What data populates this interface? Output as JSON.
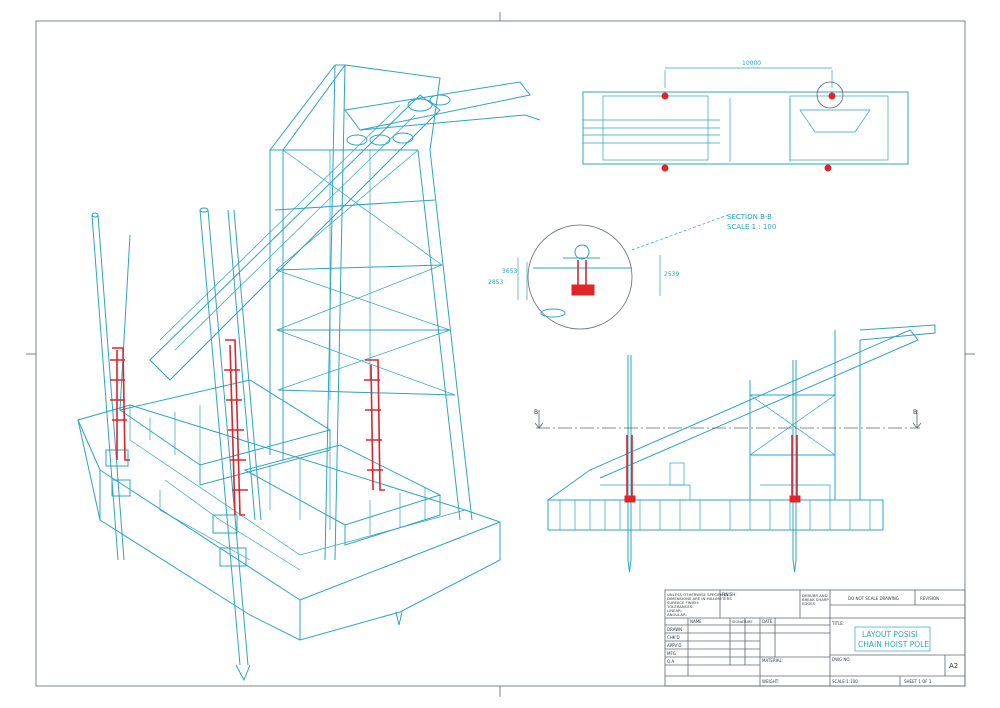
{
  "dimensions": {
    "top_length": "10000",
    "height_left_outer": "2853",
    "height_left_inner": "3653",
    "height_right": "2539"
  },
  "section": {
    "title": "SECTION B-B",
    "scale": "SCALE 1 : 100"
  },
  "section_markers": {
    "left": "B",
    "right": "B"
  },
  "title_block": {
    "notes": [
      "UNLESS OTHERWISE SPECIFIED:",
      "DIMENSIONS ARE IN MILLIMETERS",
      "SURFACE FINISH:",
      "TOLERANCES:",
      "  LINEAR:",
      "  ANGULAR:"
    ],
    "finish_label": "FINISH:",
    "deburr": [
      "DEBURR AND",
      "BREAK SHARP",
      "EDGES"
    ],
    "do_not_scale": "DO NOT SCALE DRAWING",
    "revision_label": "REVISION",
    "col_name": "NAME",
    "col_signature": "SIGNATURE",
    "col_date": "DATE",
    "rows": [
      "DRAWN",
      "CHK'D",
      "APPV'D",
      "MFG",
      "Q.A"
    ],
    "title_label": "TITLE:",
    "title_line1": "LAYOUT POSISI",
    "title_line2": "CHAIN HOIST POLE",
    "material_label": "MATERIAL:",
    "dwg_no_label": "DWG NO.",
    "size": "A2",
    "weight_label": "WEIGHT:",
    "scale_label": "SCALE:1:100",
    "sheet_label": "SHEET 1 OF 1"
  }
}
